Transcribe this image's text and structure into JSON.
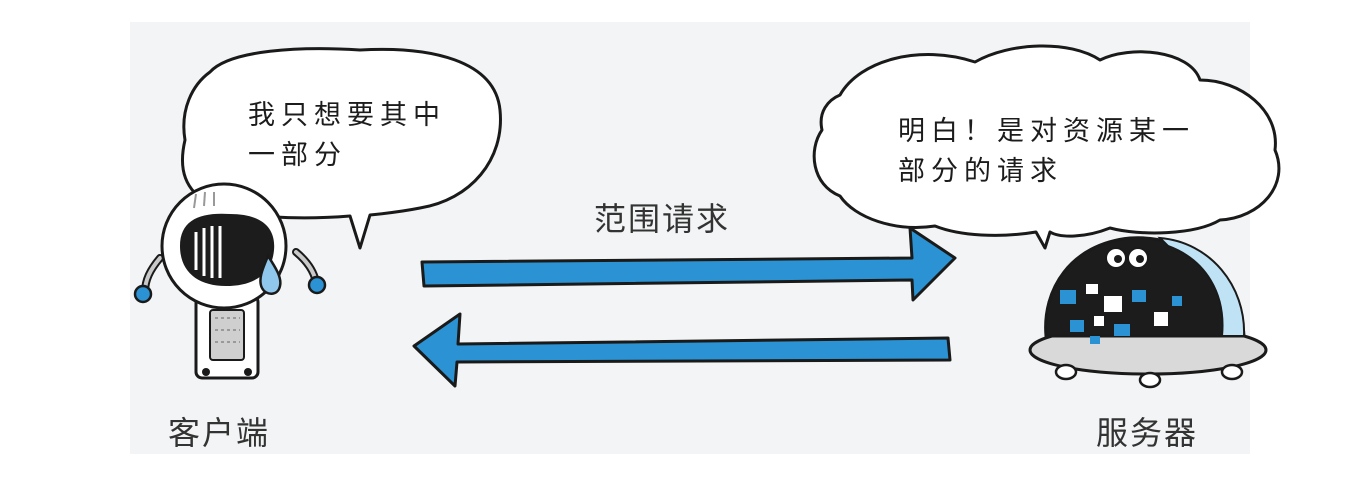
{
  "client": {
    "label": "客户端",
    "speech": "我只想要其中\n一部分"
  },
  "server": {
    "label": "服务器",
    "speech": "明白！是对资源某一\n部分的请求"
  },
  "request": {
    "label": "范围请求"
  },
  "colors": {
    "arrow": "#2b93d3",
    "outline": "#1a1a1a",
    "background": "#f3f4f5"
  }
}
